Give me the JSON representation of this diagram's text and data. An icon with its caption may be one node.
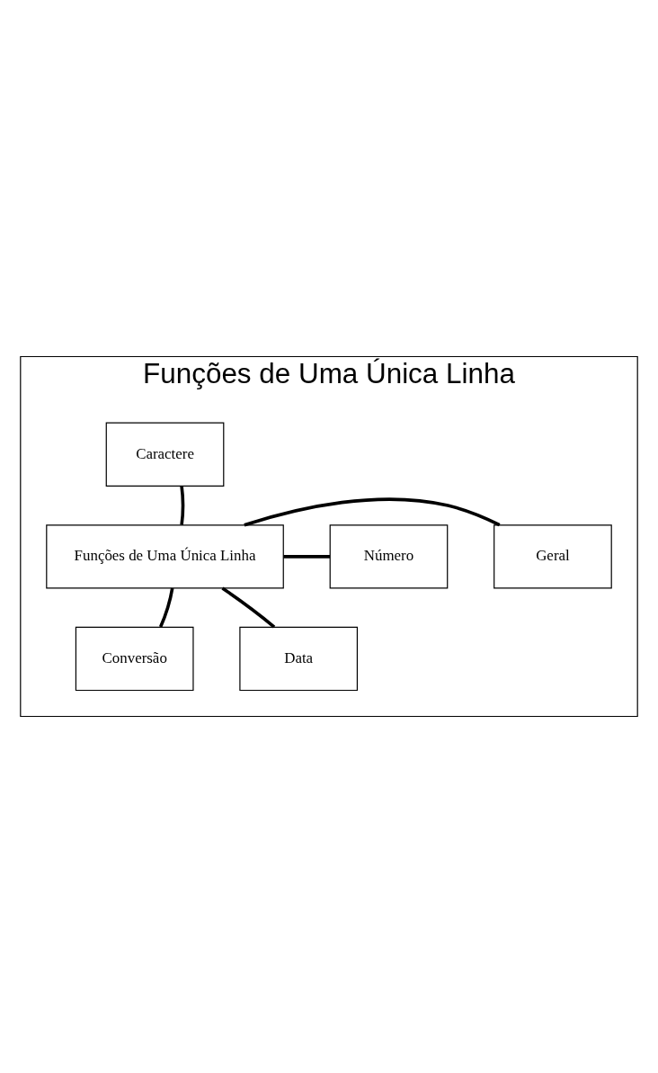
{
  "diagram": {
    "nodes": [
      {
        "text": [
          "Funções de Uma Única Linha"
        ]
      },
      {
        "text": [
          "Caractere"
        ],
        "in": 0
      },
      {
        "text": [
          "Geral"
        ],
        "in": 0
      },
      {
        "text": [
          "Funções de Uma Única Linha"
        ],
        "in": 0
      },
      {
        "text": [
          "Número"
        ],
        "in": 0
      },
      {
        "text": [
          "Conversão"
        ],
        "in": 0
      },
      {
        "text": [
          "Data"
        ],
        "in": 0
      }
    ],
    "edges": [
      {
        "from": 3,
        "to": 1,
        "arrow": "none"
      },
      {
        "from": 3,
        "to": 2,
        "arrow": "none"
      },
      {
        "from": 3,
        "to": 4,
        "arrow": "none"
      },
      {
        "from": 3,
        "to": 5,
        "arrow": "none"
      },
      {
        "from": 3,
        "to": 6,
        "arrow": "none"
      }
    ]
  }
}
